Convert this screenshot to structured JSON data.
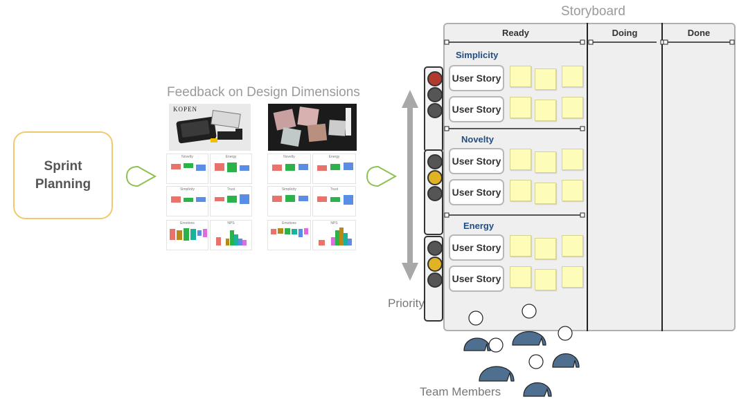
{
  "sprint_planning": {
    "label": "Sprint\nPlanning"
  },
  "feedback": {
    "title": "Feedback on Design Dimensions",
    "logo_text": "KOPEN",
    "chart_labels_left": [
      "Novelty",
      "Energy",
      "Simplicity",
      "Trust",
      "Emotions",
      "NPS"
    ],
    "chart_labels_right": [
      "Novelty",
      "Energy",
      "Simplicity",
      "Trust",
      "Emotions",
      "NPS"
    ]
  },
  "storyboard": {
    "title": "Storyboard",
    "columns": [
      "Ready",
      "Doing",
      "Done"
    ]
  },
  "categories": [
    {
      "name": "Simplicity",
      "lights": [
        "#b03a2e",
        "#555555",
        "#555555"
      ],
      "stories": [
        "User Story",
        "User Story"
      ]
    },
    {
      "name": "Novelty",
      "lights": [
        "#555555",
        "#e0b325",
        "#555555"
      ],
      "stories": [
        "User Story",
        "User Story"
      ]
    },
    {
      "name": "Energy",
      "lights": [
        "#555555",
        "#e0b325",
        "#555555"
      ],
      "stories": [
        "User Story",
        "User Story"
      ]
    }
  ],
  "priority_label": "Priority",
  "team_label": "Team Members",
  "colors": {
    "sprint_border": "#f2c96a",
    "arrow_green": "#8cc152",
    "category_blue": "#1f4e86",
    "sticky_yellow": "#fdfcb8",
    "person_blue": "#4e6f8f"
  }
}
